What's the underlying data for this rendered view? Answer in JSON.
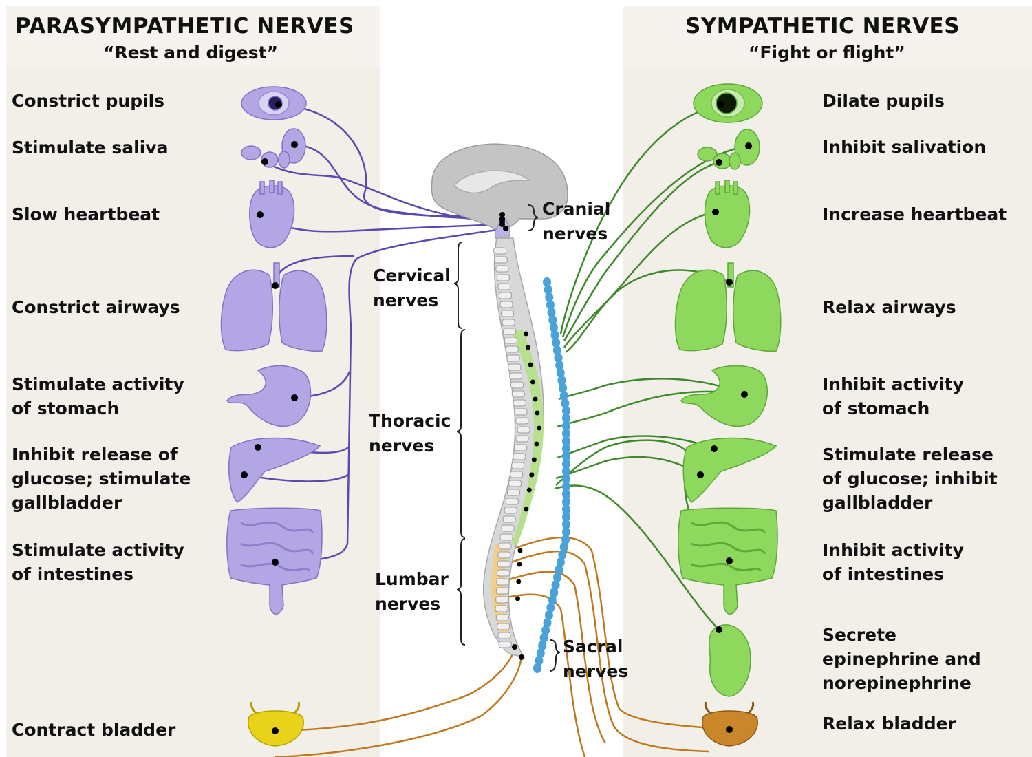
{
  "parasympathetic": {
    "title": "PARASYMPATHETIC NERVES",
    "subtitle": "“Rest and digest”",
    "color": "#5b48b0",
    "organ_color": "#b3a6e4",
    "effects": [
      "Constrict pupils",
      "Stimulate saliva",
      "Slow heartbeat",
      "Constrict airways",
      "Stimulate activity\nof stomach",
      "Inhibit release of\nglucose; stimulate\ngallbladder",
      "Stimulate activity\nof intestines",
      "Contract bladder"
    ]
  },
  "sympathetic": {
    "title": "SYMPATHETIC NERVES",
    "subtitle": "“Fight or flight”",
    "color": "#3e8a2a",
    "organ_color": "#8fd85e",
    "effects": [
      "Dilate pupils",
      "Inhibit salivation",
      "Increase heartbeat",
      "Relax airways",
      "Inhibit activity\nof stomach",
      "Stimulate release\nof glucose; inhibit\ngallbladder",
      "Inhibit activity\nof intestines",
      "Secrete\nepinephrine and\nnorepinephrine",
      "Relax bladder"
    ]
  },
  "nerve_regions": {
    "cranial": "Cranial\nnerves",
    "cervical": "Cervical\nnerves",
    "thoracic": "Thoracic\nnerves",
    "lumbar": "Lumbar\nnerves",
    "sacral": "Sacral\nnerves"
  },
  "colors": {
    "chain": "#4aa3d8",
    "sacral_nerve": "#c0781c",
    "bladder_left": "#e8d21a",
    "bladder_right": "#c9862a",
    "brain": "#c4c4c4",
    "spine": "#d8d8d8"
  }
}
